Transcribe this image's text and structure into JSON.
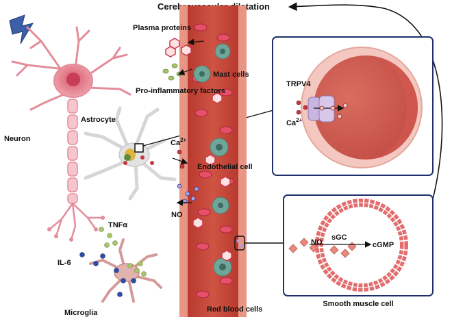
{
  "title": "Cerebrovascular dilatation",
  "labels": {
    "neuron": "Neuron",
    "astrocyte": "Astrocyte",
    "microglia": "Microglia",
    "plasma_proteins": "Plasma proteins",
    "mast_cells": "Mast cells",
    "pro_inflammatory": "Pro-inflammatory factors",
    "ca_vessel": "Ca",
    "ca_sup": "2+",
    "endothelial": "Endothelial cell",
    "no_vessel": "NO",
    "red_blood_cells": "Red blood cells",
    "tnf": "TNFα",
    "il6": "IL-6"
  },
  "inset_top": {
    "trpv4": "TRPV4",
    "ca": "Ca",
    "ca_sup": "2+"
  },
  "inset_bottom": {
    "no": "NO",
    "sgc": "sGC",
    "cgmp": "cGMP",
    "caption": "Smooth muscle cell"
  },
  "icons": {
    "lightning": "lightning-icon"
  },
  "colors": {
    "neuron": "#e58c9a",
    "vessel": "#c7473a",
    "vessel_wall": "#e89585",
    "rbc": "#d2344a",
    "mast": "#6fa69a",
    "inset_border": "#1e2f6b",
    "microglia_dot_blue": "#2c4fa8",
    "microglia_dot_green": "#a9c56a",
    "diamond": "#e8877c"
  }
}
